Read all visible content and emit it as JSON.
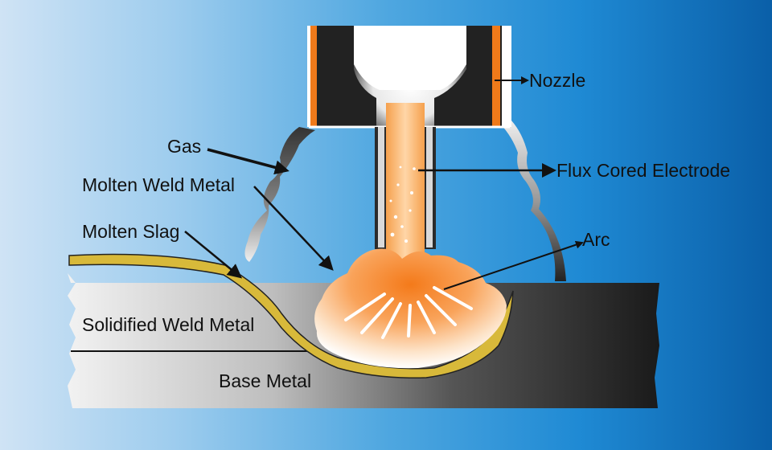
{
  "labels": {
    "nozzle": "Nozzle",
    "gas": "Gas",
    "flux_cored_electrode": "Flux Cored Electrode",
    "molten_weld_metal": "Molten Weld Metal",
    "molten_slag": "Molten Slag",
    "arc": "Arc",
    "solidified_weld_metal": "Solidified Weld Metal",
    "base_metal": "Base Metal"
  },
  "colors": {
    "background_left": "#cfe3f5",
    "background_right": "#0a5fa8",
    "nozzle_accent": "#f07a1a",
    "slag": "#d8b93a",
    "molten_metal": "#f5913a",
    "base_metal_dark": "#1a1a1a",
    "base_metal_light": "#e6e6e6"
  }
}
